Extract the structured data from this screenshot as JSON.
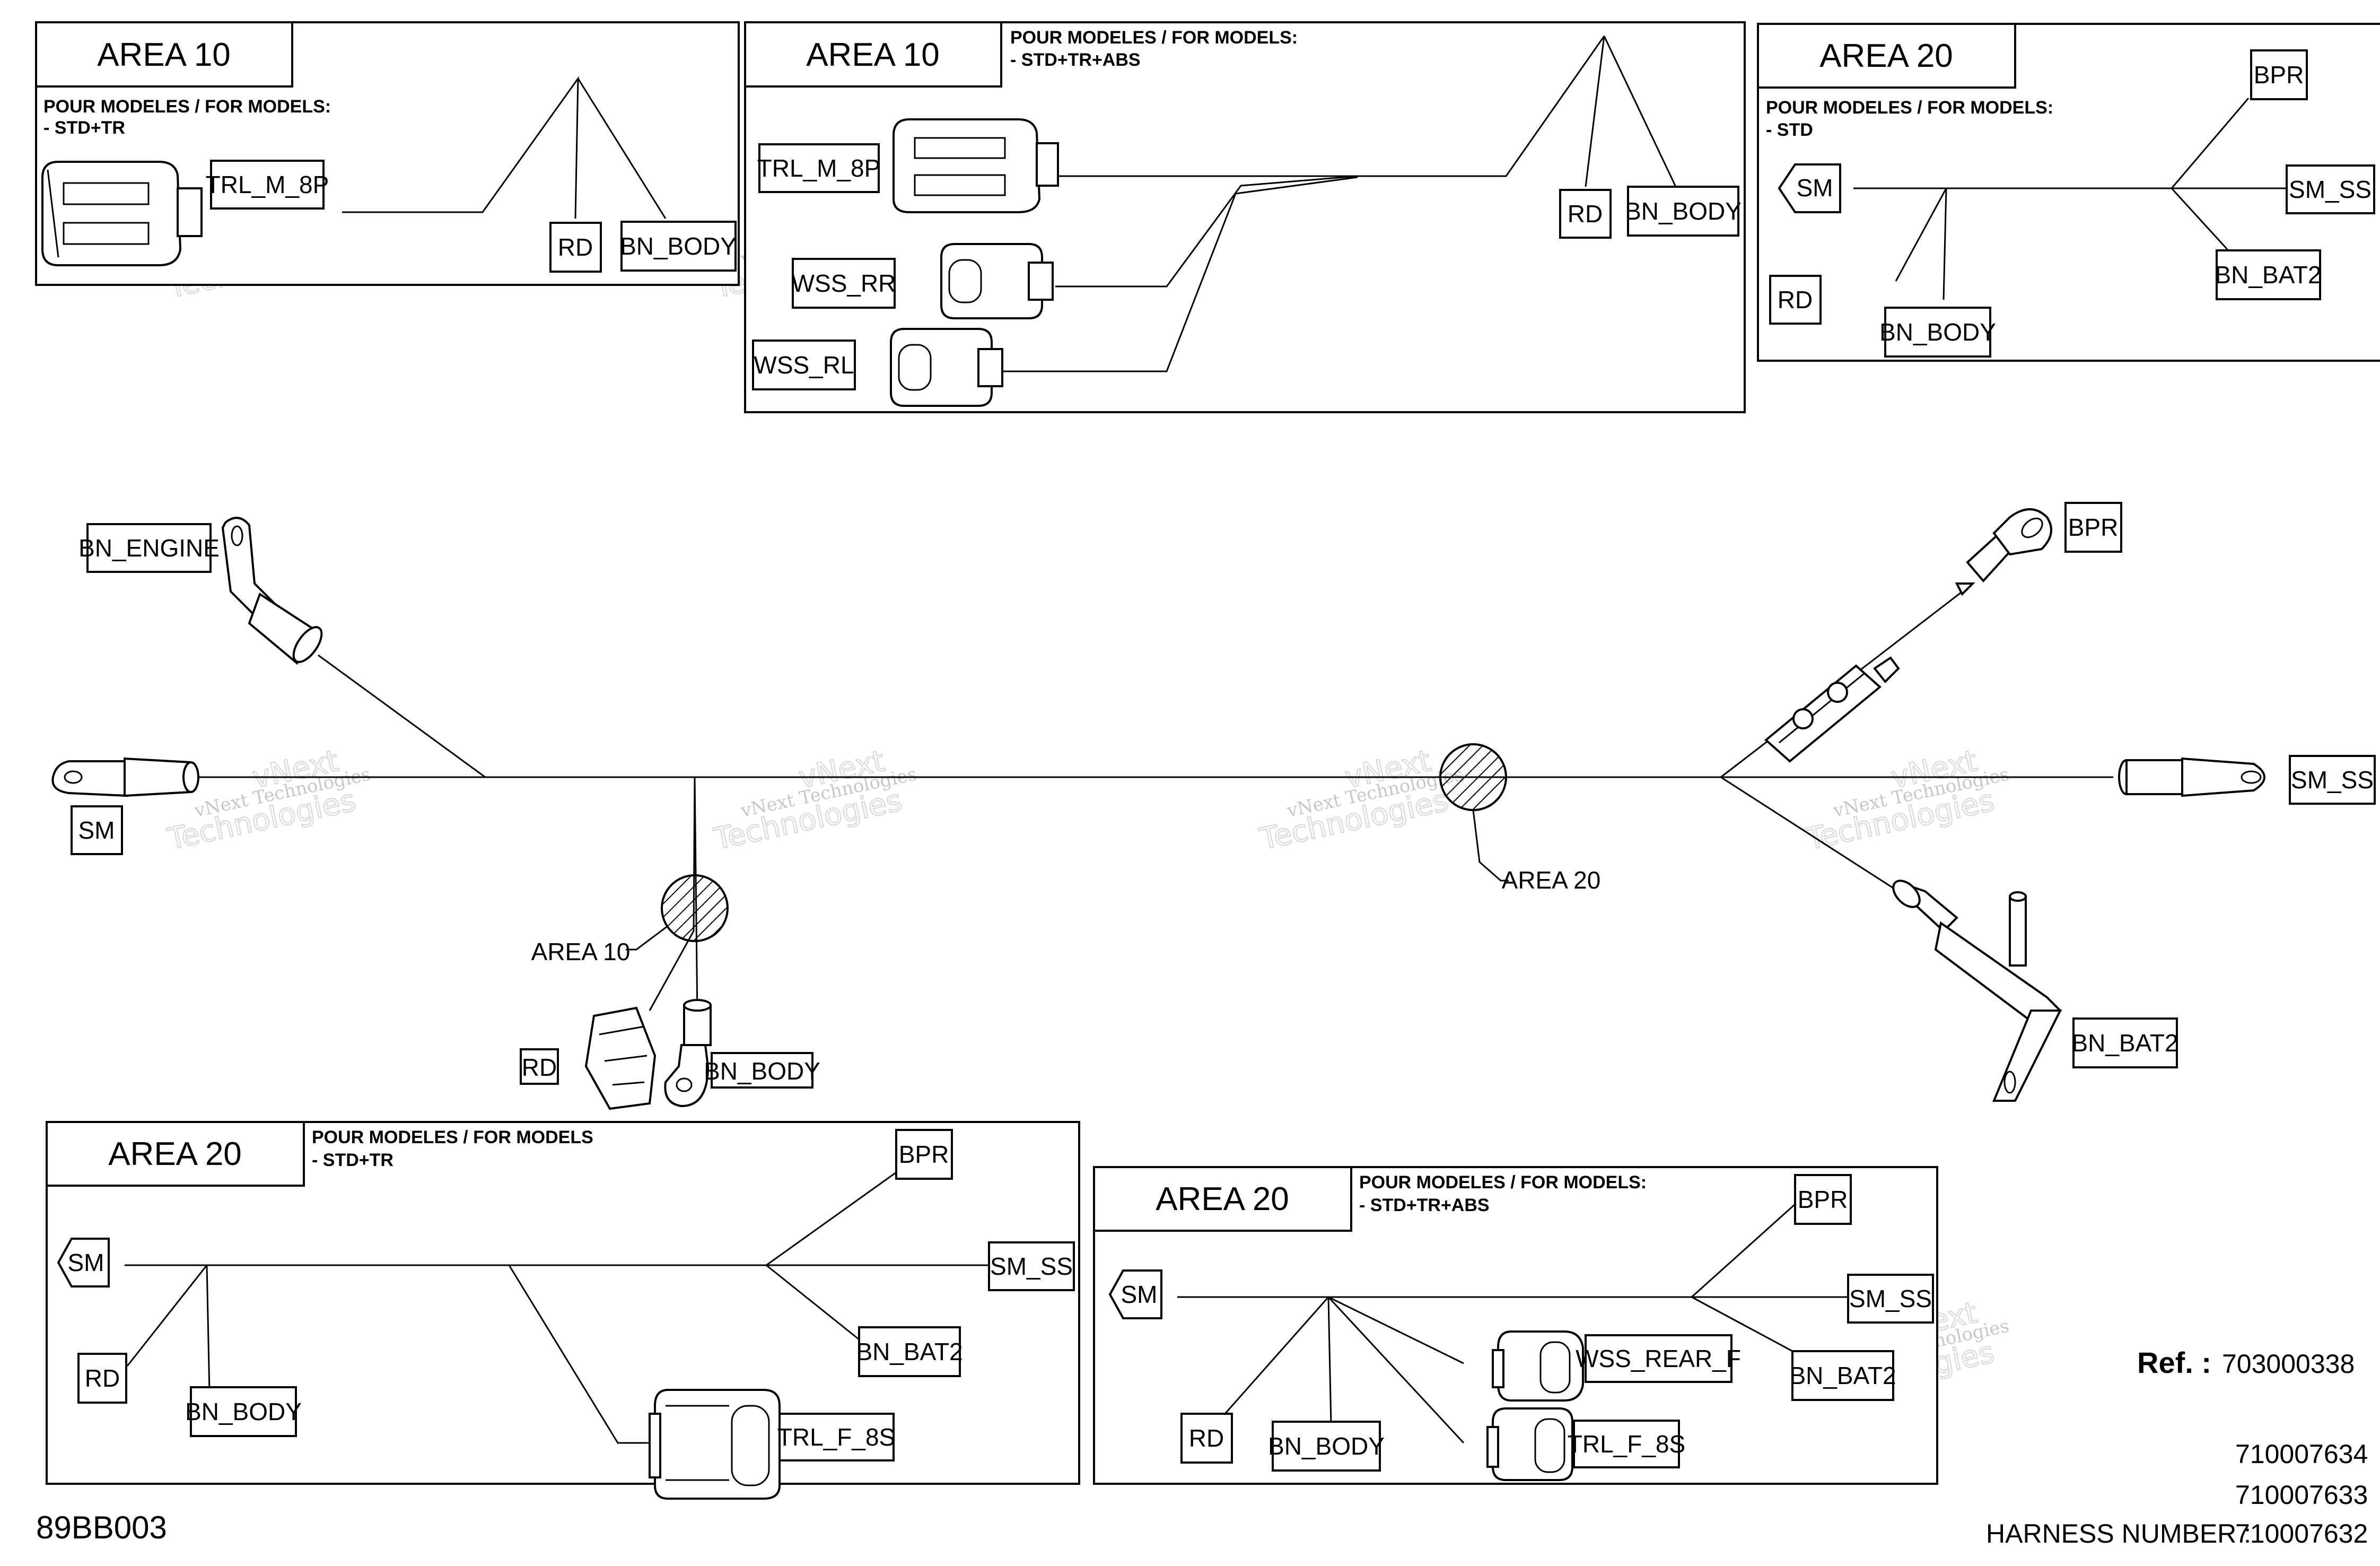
{
  "figure_code": "89BB003",
  "watermark": {
    "line1": "vNext Technologies",
    "line2": "vNext",
    "line3": "Technologies"
  },
  "reference": {
    "label": "Ref. :",
    "number": "703000338",
    "harness_label": "HARNESS NUMBER :",
    "harness_numbers": [
      "710007634",
      "710007633",
      "710007632"
    ]
  },
  "main": {
    "labels": {
      "bn_engine": "BN_ENGINE",
      "sm": "SM",
      "rd": "RD",
      "bn_body": "BN_BODY",
      "bpr": "BPR",
      "sm_ss": "SM_SS",
      "bn_bat2": "BN_BAT2",
      "area10": "AREA 10",
      "area20": "AREA 20"
    }
  },
  "insets": {
    "a10_std_tr": {
      "title": "AREA 10",
      "note_line1": "POUR MODELES / FOR MODELS:",
      "note_line2": "- STD+TR",
      "labels": {
        "trl": "TRL_M_8P",
        "rd": "RD",
        "bn_body": "BN_BODY"
      }
    },
    "a10_abs": {
      "title": "AREA 10",
      "note_line1": "POUR MODELES / FOR MODELS:",
      "note_line2": "- STD+TR+ABS",
      "labels": {
        "trl": "TRL_M_8P",
        "wss_rr": "WSS_RR",
        "wss_rl": "WSS_RL",
        "rd": "RD",
        "bn_body": "BN_BODY"
      }
    },
    "a20_std": {
      "title": "AREA 20",
      "note_line1": "POUR MODELES / FOR MODELS:",
      "note_line2": "- STD",
      "labels": {
        "sm": "SM",
        "bpr": "BPR",
        "sm_ss": "SM_SS",
        "bn_bat2": "BN_BAT2",
        "rd": "RD",
        "bn_body": "BN_BODY"
      }
    },
    "a20_std_tr": {
      "title": "AREA 20",
      "note_line1": "POUR MODELES / FOR MODELS",
      "note_line2": "- STD+TR",
      "labels": {
        "sm": "SM",
        "bpr": "BPR",
        "sm_ss": "SM_SS",
        "bn_bat2": "BN_BAT2",
        "rd": "RD",
        "bn_body": "BN_BODY",
        "trl": "TRL_F_8S"
      }
    },
    "a20_abs": {
      "title": "AREA 20",
      "note_line1": "POUR MODELES / FOR MODELS:",
      "note_line2": "- STD+TR+ABS",
      "labels": {
        "sm": "SM",
        "bpr": "BPR",
        "sm_ss": "SM_SS",
        "bn_bat2": "BN_BAT2",
        "rd": "RD",
        "bn_body": "BN_BODY",
        "wss": "WSS_REAR_F",
        "trl": "TRL_F_8S"
      }
    }
  }
}
